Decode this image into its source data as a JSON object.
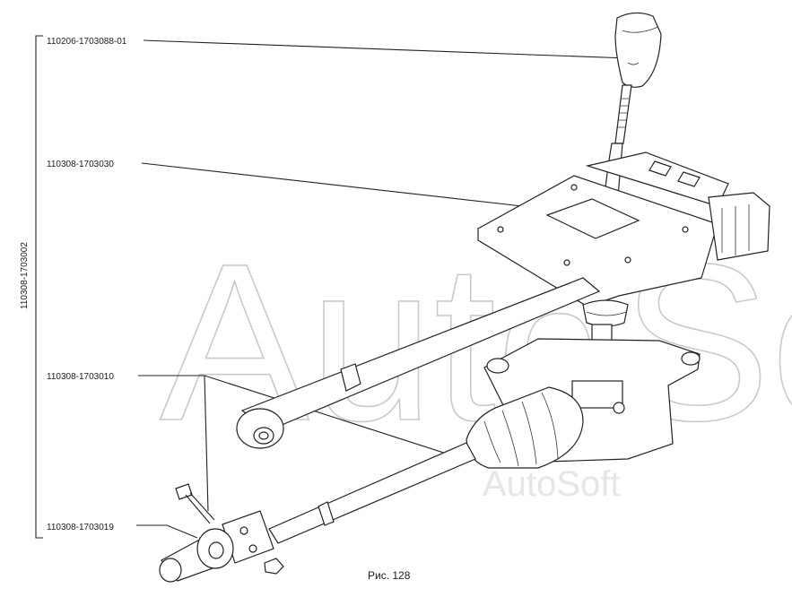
{
  "labels": {
    "knob": "110206-1703088-01",
    "housing": "110308-1703030",
    "rod": "110308-1703010",
    "joint": "110308-1703019",
    "assembly": "110308-1703002"
  },
  "caption": "Рис. 128",
  "watermark": {
    "large": "AutoSoft",
    "small": "AutoSoft"
  }
}
